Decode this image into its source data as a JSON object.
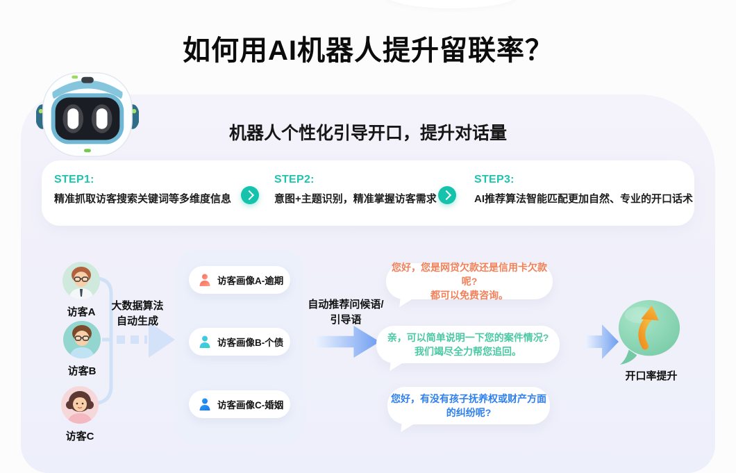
{
  "header": {
    "title": "如何用AI机器人提升留联率？"
  },
  "card": {
    "subtitle": "机器人个性化引导开口，提升对话量"
  },
  "steps": {
    "items": [
      {
        "label": "STEP1:",
        "text": "精准抓取访客搜索关键词等多维度信息"
      },
      {
        "label": "STEP2:",
        "text": "意图+主题识别，精准掌握访客需求"
      },
      {
        "label": "STEP3:",
        "text": "AI推荐算法智能匹配更加自然、专业的开口话术"
      }
    ]
  },
  "flow": {
    "visitors": [
      {
        "label": "访客A"
      },
      {
        "label": "访客B"
      },
      {
        "label": "访客C"
      }
    ],
    "generator": {
      "line1": "大数据算法",
      "line2": "自动生成"
    },
    "profiles": [
      {
        "label": "访客画像A-逾期",
        "icon_color": "#f87a68"
      },
      {
        "label": "访客画像B-个债",
        "icon_color": "#38c4d8"
      },
      {
        "label": "访客画像C-婚姻",
        "icon_color": "#1e88f0"
      }
    ],
    "recommend": {
      "line1": "自动推荐问候语/",
      "line2": "引导语"
    },
    "bubbles": [
      {
        "line1": "您好，您是网贷欠款还是信用卡欠款呢?",
        "line2": "都可以免费咨询。",
        "text_color": "#f0815a"
      },
      {
        "line1": "亲，可以简单说明一下您的案件情况?",
        "line2": "我们竭尽全力帮您追回。",
        "text_color": "#4cc8a4"
      },
      {
        "line1": "您好，有没有孩子抚养权或财产方面",
        "line2": "的纠纷呢?",
        "text_color": "#2f80ed"
      }
    ],
    "result": {
      "label": "开口率提升"
    }
  },
  "icons": {
    "robot": "robot-mascot",
    "step_arrow": "chevron-right-circle",
    "profile_person": "person-silhouette",
    "result": "speech-bubble-up-arrow"
  },
  "colors": {
    "accent_teal": "#15c3ad",
    "step_label_teal": "#1fc3ae",
    "card_lavender": "#f2f1fa",
    "arrow_blue": "#6f9ef2",
    "connector_blue": "#d3e2f8",
    "bubble1_text": "#f0815a",
    "bubble2_text": "#4cc8a4",
    "bubble3_text": "#2f80ed",
    "result_green": "#83d1ae",
    "result_arrow_orange": "#f2a33c"
  }
}
